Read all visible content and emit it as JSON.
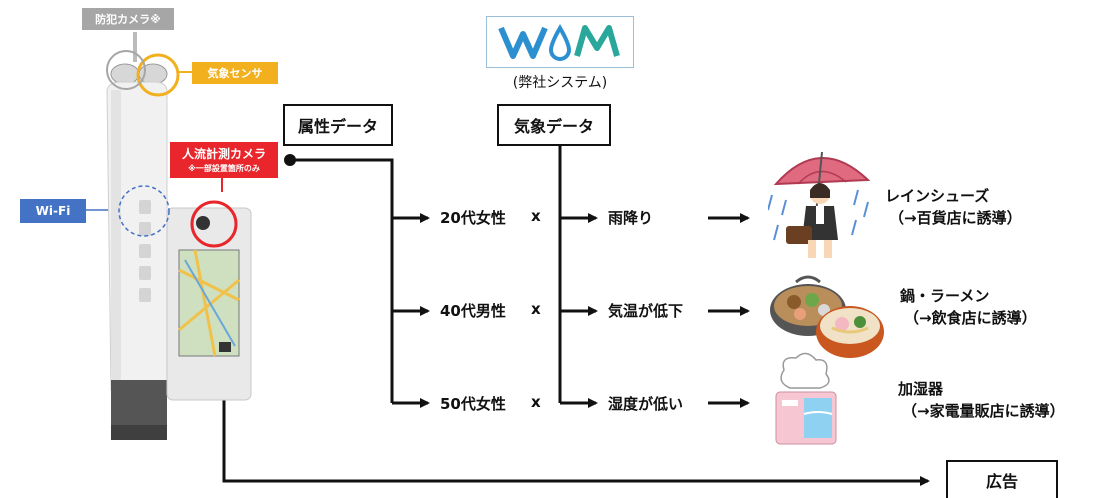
{
  "logo": {
    "text": "WOM",
    "caption": "(弊社システム)"
  },
  "pole": {
    "camera_tag": "防犯カメラ※",
    "weather_sensor_tag": "気象センサ",
    "wifi_tag": "Wi-Fi",
    "people_camera_tag": "人流計測カメラ",
    "people_camera_note": "※一部設置箇所のみ"
  },
  "boxes": {
    "attribute": "属性データ",
    "weather": "気象データ",
    "ad": "広告"
  },
  "rows": [
    {
      "attribute": "20代女性",
      "times": "x",
      "condition": "雨降り",
      "product": "レインシューズ",
      "guide": "（→百貨店に誘導）"
    },
    {
      "attribute": "40代男性",
      "times": "x",
      "condition": "気温が低下",
      "product": "鍋・ラーメン",
      "guide": "（→飲食店に誘導）"
    },
    {
      "attribute": "50代女性",
      "times": "x",
      "condition": "湿度が低い",
      "product": "加湿器",
      "guide": "（→家電量販店に誘導）"
    }
  ],
  "colors": {
    "accent_red": "#e8262c",
    "sensor_yellow": "#f2b01e",
    "wifi_blue": "#4472c4",
    "camera_gray": "#a6a6a6",
    "logo_blue": "#2c8fd0",
    "logo_teal": "#29a79a"
  }
}
